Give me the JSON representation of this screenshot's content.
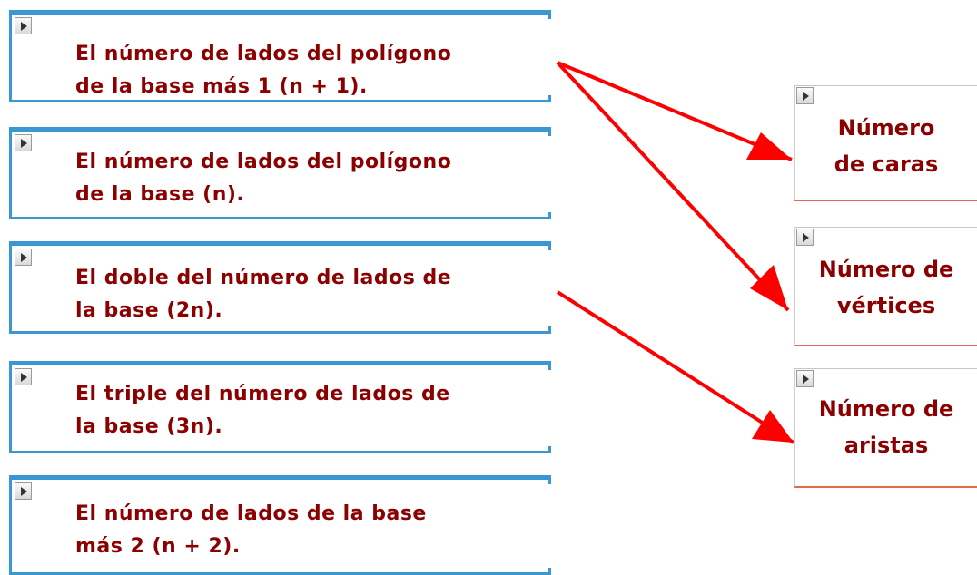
{
  "left_items": [
    {
      "label": "El número de lados del polígono\nde la base más 1 (n + 1)."
    },
    {
      "label": "El número de lados del polígono\nde la base (n)."
    },
    {
      "label": "El doble del número de lados de\nla base (2n)."
    },
    {
      "label": "El triple del número de lados de\nla base (3n)."
    },
    {
      "label": "El número de lados de la base\nmás 2 (n + 2)."
    }
  ],
  "right_items": [
    {
      "label": "Número\nde caras"
    },
    {
      "label": "Número de\nvértices"
    },
    {
      "label": "Número de\naristas"
    }
  ],
  "colors": {
    "left_border": "#3a97d4",
    "text": "#8b0000",
    "arrow": "#ff0000",
    "right_border_accent": "#e36a4d"
  },
  "icons": {
    "play": "play-icon",
    "arrow": "arrow-icon"
  }
}
